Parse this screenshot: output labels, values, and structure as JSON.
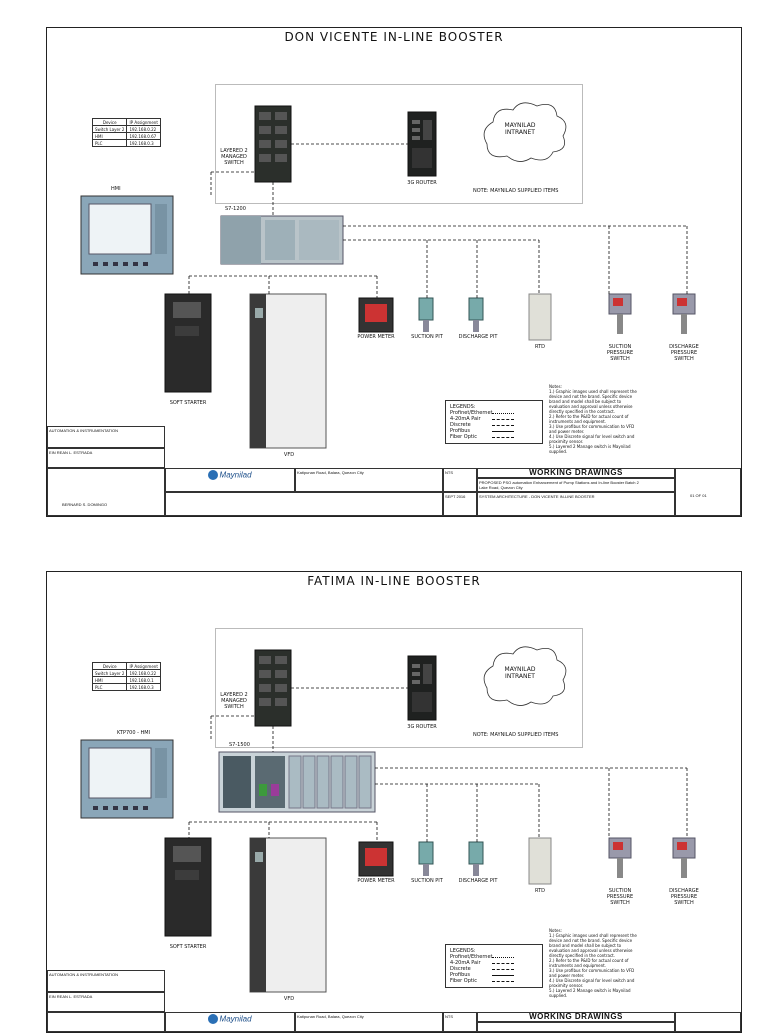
{
  "drawings": [
    {
      "title": "DON VICENTE IN-LINE BOOSTER",
      "switch_label": "LAYERED 2\nMANAGED\nSWITCH",
      "router_label": "3G ROUTER",
      "cloud_label": "MAYNILAD\nINTRANET",
      "note": "NOTE: MAYNILAD SUPPLIED ITEMS",
      "plc_label": "S7-1200",
      "hmi_label": "HMI",
      "ip_table": {
        "headers": [
          "Device",
          "IP Assignment"
        ],
        "rows": [
          [
            "Switch Layer 2",
            "192.168.0.22"
          ],
          [
            "HMI",
            "192.168.0.67"
          ],
          [
            "PLC",
            "192.168.0.3"
          ]
        ]
      },
      "field_devices": [
        "POWER METER",
        "SUCTION PIT",
        "DISCHARGE PIT",
        "RTD",
        "SUCTION\nPRESSURE\nSWITCH",
        "DISCHARGE\nPRESSURE\nSWITCH"
      ],
      "soft_starter_label": "SOFT STARTER",
      "vfd_label": "VFD",
      "legend_title": "LEGENDS:",
      "legend": [
        {
          "name": "Profinet/Ethernet",
          "style": "dotted"
        },
        {
          "name": "4-20mA Pair",
          "style": "dashdot"
        },
        {
          "name": "Discrete",
          "style": "dashed"
        },
        {
          "name": "Profibus",
          "style": "solid"
        },
        {
          "name": "Fiber Optic",
          "style": "longdash"
        }
      ],
      "notes_title": "Notes:",
      "notes": "1.) Graphic images used shall represent the device and not the brand. Specific device brand and model shall be subject to evaluation and approval unless otherwise directly specified in the contract.\n2.) Refer to the P&ID for actual count of instruments and equipment.\n3.) Use profibus for communication to VFD and power meter.\n4.) Use Discrete signal for level switch and proximity sensor.\n5.) Layered 2 Manage switch is Maynilad supplied.",
      "title_block": {
        "dept": "AUTOMATION & INSTRUMENTATION",
        "drawn_by": "EIN REAN L. ESTRADA",
        "checked_by": "BERNARD S. DOMINGO",
        "company": "Maynilad",
        "address": "Katipunan Road, Balara, Quezon City",
        "working": "WORKING DRAWINGS",
        "project": "PROPOSED PSO automation Enhancement of Pump Stations and In-line Booster Batch 2",
        "location": "Lake Road, Quezon City",
        "sheet_contents": "SYSTEM ARCHITECTURE - DON VICENTE IN-LINE BOOSTER",
        "scale": "NTS",
        "date": "SEPT 2016",
        "sheet_no": "01 OF 01"
      }
    },
    {
      "title": "FATIMA IN-LINE BOOSTER",
      "switch_label": "LAYERED 2\nMANAGED\nSWITCH",
      "router_label": "3G ROUTER",
      "cloud_label": "MAYNILAD\nINTRANET",
      "note": "NOTE: MAYNILAD SUPPLIED ITEMS",
      "plc_label": "S7-1500",
      "hmi_label": "KTP700 - HMI",
      "ip_table": {
        "headers": [
          "Device",
          "IP Assignment"
        ],
        "rows": [
          [
            "Switch Layer 2",
            "192.168.0.22"
          ],
          [
            "HMI",
            "192.168.0.1"
          ],
          [
            "PLC",
            "192.168.0.3"
          ]
        ]
      },
      "field_devices": [
        "POWER METER",
        "SUCTION PIT",
        "DISCHARGE PIT",
        "RTD",
        "SUCTION\nPRESSURE\nSWITCH",
        "DISCHARGE\nPRESSURE\nSWITCH"
      ],
      "soft_starter_label": "SOFT STARTER",
      "vfd_label": "VFD",
      "legend_title": "LEGENDS:",
      "legend": [
        {
          "name": "Profinet/Ethernet",
          "style": "dotted"
        },
        {
          "name": "4-20mA Pair",
          "style": "dashdot"
        },
        {
          "name": "Discrete",
          "style": "dashed"
        },
        {
          "name": "Profibus",
          "style": "solid"
        },
        {
          "name": "Fiber Optic",
          "style": "longdash"
        }
      ],
      "notes_title": "Notes:",
      "notes": "1.) Graphic images used shall represent the device and not the brand. Specific device brand and model shall be subject to evaluation and approval unless otherwise directly specified in the contract.\n2.) Refer to the P&ID for actual count of instruments and equipment.\n3.) Use profibus for communication to VFD and power meter.\n4.) Use Discrete signal for level switch and proximity sensor.\n5.) Layered 2 Manage switch is Maynilad supplied.",
      "title_block": {
        "dept": "AUTOMATION & INSTRUMENTATION",
        "drawn_by": "EIN REAN L. ESTRADA",
        "checked_by": "",
        "company": "Maynilad",
        "address": "Katipunan Road, Balara, Quezon City",
        "working": "WORKING DRAWINGS",
        "project": "",
        "location": "",
        "sheet_contents": "",
        "scale": "NTS",
        "date": "",
        "sheet_no": ""
      }
    }
  ]
}
